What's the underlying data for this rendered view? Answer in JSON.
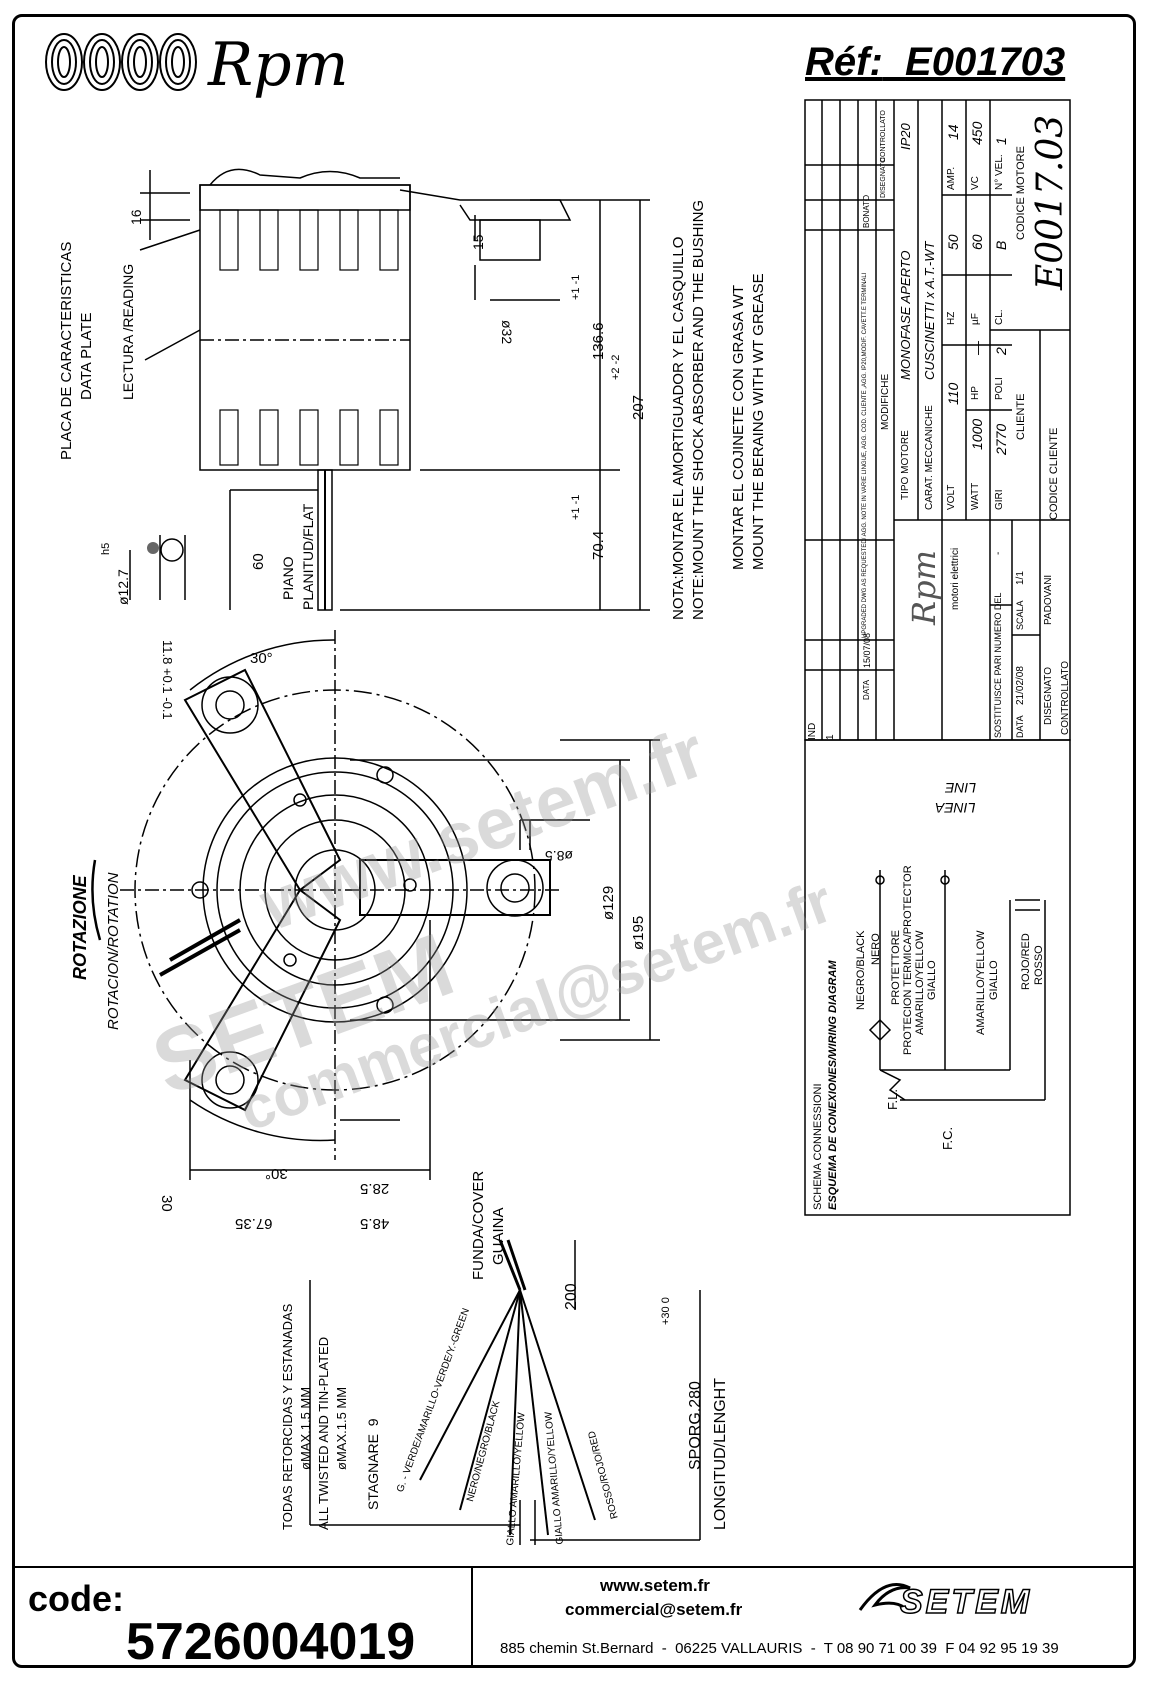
{
  "header": {
    "brand": "Rpm",
    "ref_label": "Réf:",
    "ref_value": "E001703"
  },
  "drawing": {
    "dimensions": [
      "16",
      "15",
      "ø32",
      "136.6",
      "207",
      "70.4",
      "60",
      "ø12.7",
      "11.8",
      "ø195",
      "ø129",
      "ø8.5",
      "30°",
      "30°",
      "30",
      "28.5",
      "67.35",
      "48.5",
      "200",
      "9"
    ],
    "tolerances": {
      "d136": [
        "+1",
        "-1"
      ],
      "d207": [
        "+2",
        "-2"
      ],
      "d704": [
        "+1",
        "-1"
      ],
      "d118": [
        "+0.1",
        "-0.1"
      ],
      "d280": [
        "+30",
        "0"
      ],
      "h5": "h5"
    },
    "labels": {
      "data_plate": [
        "PLACA DE CARACTERISTICAS",
        "DATA PLATE"
      ],
      "reading": "LECTURA /READING",
      "flatness": [
        "PIANO",
        "PLANITUD/FLAT"
      ],
      "note1": "NOTA:MONTAR EL AMORTIGUADOR Y EL CASQUILLO",
      "note2": "NOTE:MOUNT THE SHOCK ABSORBER AND THE BUSHING",
      "note3": "MONTAR EL COJINETE CON GRASA WT",
      "note4": "MOUNT THE BERAING WITH WT GREASE",
      "rotation": [
        "ROTAZIONE",
        "ROTACION/ROTATION"
      ],
      "cover": [
        "FUNDA/COVER",
        "GUAINA"
      ],
      "wires_es": [
        "TODAS RETORCIDAS Y ESTANADAS",
        "øMAX.1.5 MM"
      ],
      "wires_en": [
        "ALL TWISTED AND TIN-PLATED",
        "øMAX.1.5 MM"
      ],
      "stagnare": "STAGNARE",
      "sporg": "SPORG.280",
      "length": "LONGITUD/LENGHT",
      "wire_colors": [
        "G. - VERDE/AMARILLO-VERDE/Y.-GREEN",
        "NERO/NEGRO/BLACK",
        "GIALLO AMARILLO/YELLOW",
        "GIALLO AMARILLO/YELLOW",
        "ROSSO/ROJO/RED"
      ]
    }
  },
  "title_block": {
    "ind": "IND",
    "data": "DATA",
    "rev_date": "15/07/08",
    "rev_index": "1",
    "rev_text": "UPGRADED DWG AS REQUESTED/ AGG. NOTE IN VARIE LINGUE, AGG. COD. CLIENTE ,AGG. IP20,MODIF. CAVETT.E TERMINALI",
    "rev_author": "BONATO",
    "modifiche": "MODIFICHE",
    "disegnato": "DISEGNATO",
    "controllato": "CONTROLLATO",
    "ip": "IP20",
    "tipo_motore_label": "TIPO MOTORE",
    "tipo_motore": "MONOFASE APERTO",
    "carat_label": "CARAT. MECCANICHE",
    "carat": "CUSCINETTI x A.T.-WT",
    "specs": [
      {
        "label": "VOLT",
        "value": "110"
      },
      {
        "label": "HZ",
        "value": "50"
      },
      {
        "label": "AMP.",
        "value": "14"
      },
      {
        "label": "WATT",
        "value": "1000"
      },
      {
        "label": "HP",
        "value": "—"
      },
      {
        "label": "µF",
        "value": "60"
      },
      {
        "label": "VC",
        "value": "450"
      },
      {
        "label": "GIRI",
        "value": "2770"
      },
      {
        "label": "POLI",
        "value": "2"
      },
      {
        "label": "CL.",
        "value": "B"
      },
      {
        "label": "N° VEL.",
        "value": "1"
      }
    ],
    "cliente": "CLIENTE",
    "codice_motore_label": "CODICE MOTORE",
    "codice_motore": "E0017.03",
    "codice_cliente": "CODICE CLIENTE",
    "company": "Rpm",
    "company_sub": "motori elettrici",
    "sostituisce": "SOSTITUISCE PARI NUMERO DEL",
    "sostituisce_val": "-",
    "data_label": "DATA",
    "data_val": "21/02/08",
    "scala_label": "SCALA",
    "scala_val": "1/1",
    "disegnato_label": "DISEGNATO",
    "disegnato_val": "PADOVANI",
    "controllato_label": "CONTROLLATO"
  },
  "wiring": {
    "title": "SCHEMA CONNESSIONI",
    "subtitle": "ESQUEMA DE CONEXIONES/WIRING DIAGRAM",
    "line": [
      "LINEA",
      "LINE"
    ],
    "black": [
      "NEGRO/BLACK",
      "NERO"
    ],
    "protector": [
      "PROTETTORE",
      "PROTECION TERMICA/PROTECTOR",
      "AMARILLO/YELLOW",
      "GIALLO"
    ],
    "yellow": [
      "AMARILLO/YELLOW",
      "GIALLO"
    ],
    "red": [
      "ROJO/RED",
      "ROSSO"
    ],
    "fl": "F.L.",
    "fc": "F.C."
  },
  "footer": {
    "code_label": "code:",
    "code_value": "5726004019",
    "website": "www.setem.fr",
    "email": "commercial@setem.fr",
    "address": "885 chemin St.Bernard  -  06225 VALLAURIS  -  T 08 90 71 00 39  F 04 92 95 19 39",
    "logo": "SETEM"
  },
  "watermark": [
    "www.setem.fr",
    "SETEM",
    "commercial@setem.fr"
  ]
}
